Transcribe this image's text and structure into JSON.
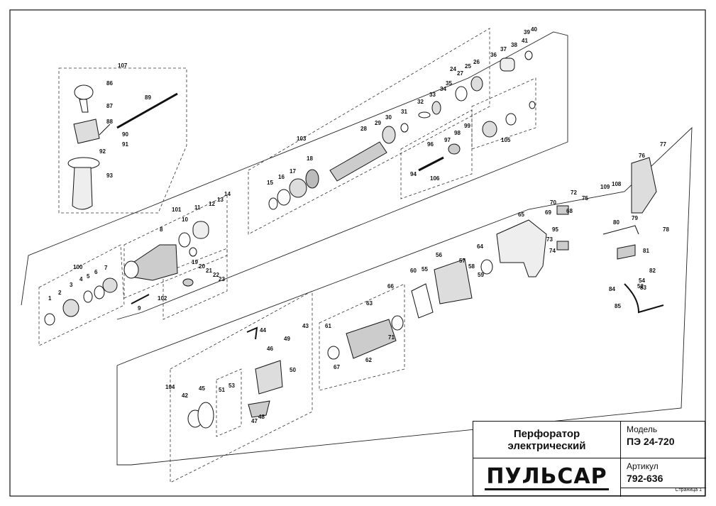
{
  "title": {
    "line1": "Перфоратор",
    "line2": "электрический"
  },
  "brand": "ПУЛЬСАР",
  "model": {
    "label": "Модель",
    "value": "ПЭ 24-720"
  },
  "article": {
    "label": "Артикул",
    "value": "792-636"
  },
  "page": "Страница 1",
  "groups": [
    "107",
    "100",
    "101",
    "102",
    "103",
    "104",
    "105",
    "106",
    "62"
  ],
  "part_numbers": [
    "1",
    "2",
    "3",
    "4",
    "5",
    "6",
    "7",
    "8",
    "9",
    "10",
    "11",
    "12",
    "13",
    "14",
    "15",
    "16",
    "17",
    "18",
    "19",
    "20",
    "21",
    "22",
    "23",
    "24",
    "25",
    "26",
    "27",
    "28",
    "29",
    "30",
    "31",
    "32",
    "33",
    "34",
    "35",
    "36",
    "37",
    "38",
    "39",
    "40",
    "41",
    "42",
    "43",
    "44",
    "45",
    "46",
    "47",
    "48",
    "49",
    "50",
    "51",
    "52",
    "53",
    "54",
    "55",
    "56",
    "57",
    "58",
    "59",
    "60",
    "61",
    "63",
    "64",
    "65",
    "66",
    "67",
    "68",
    "69",
    "70",
    "71",
    "72",
    "73",
    "74",
    "75",
    "76",
    "77",
    "78",
    "79",
    "80",
    "81",
    "82",
    "83",
    "84",
    "85",
    "86",
    "87",
    "88",
    "89",
    "90",
    "91",
    "92",
    "93",
    "94",
    "95",
    "96",
    "97",
    "98",
    "99",
    "108",
    "109"
  ]
}
